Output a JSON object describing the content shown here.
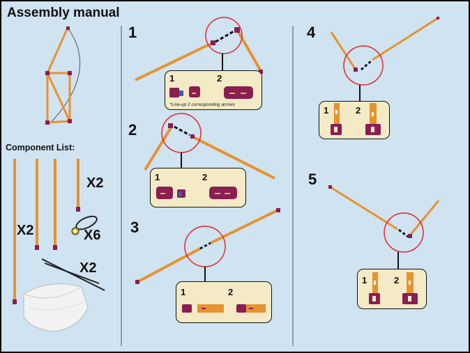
{
  "title": "Assembly manual",
  "component_list_label": "Component List:",
  "quantities": {
    "short_rod": "X2",
    "long_rod": "X2",
    "connector": "X6",
    "cable": "X2"
  },
  "steps": [
    {
      "number": "1",
      "sub_labels": [
        "1",
        "2"
      ],
      "note": "*Line-up 2 corresponding arrows"
    },
    {
      "number": "2",
      "sub_labels": [
        "1",
        "2"
      ]
    },
    {
      "number": "3",
      "sub_labels": [
        "1",
        "2"
      ]
    },
    {
      "number": "4",
      "sub_labels": [
        "1",
        "2"
      ]
    },
    {
      "number": "5",
      "sub_labels": [
        "1",
        "2"
      ]
    }
  ],
  "colors": {
    "background": "#cfe3f1",
    "rod": "#e8922e",
    "connector": "#8a1d52",
    "highlight": "#e3262b",
    "inset": "#f4ebc6"
  }
}
